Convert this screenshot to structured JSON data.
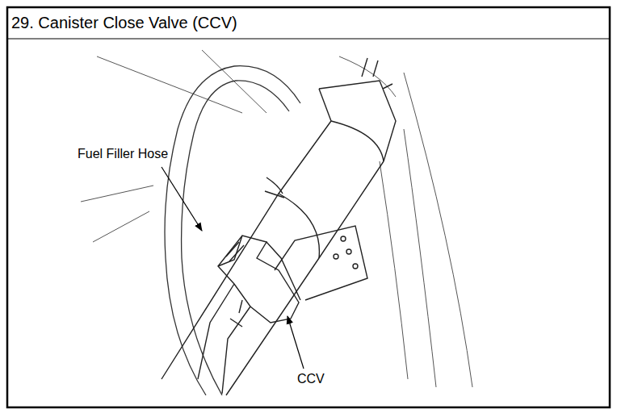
{
  "diagram": {
    "title": "29. Canister Close Valve (CCV)",
    "labels": [
      "Fuel Filler Hose",
      "CCV"
    ]
  }
}
